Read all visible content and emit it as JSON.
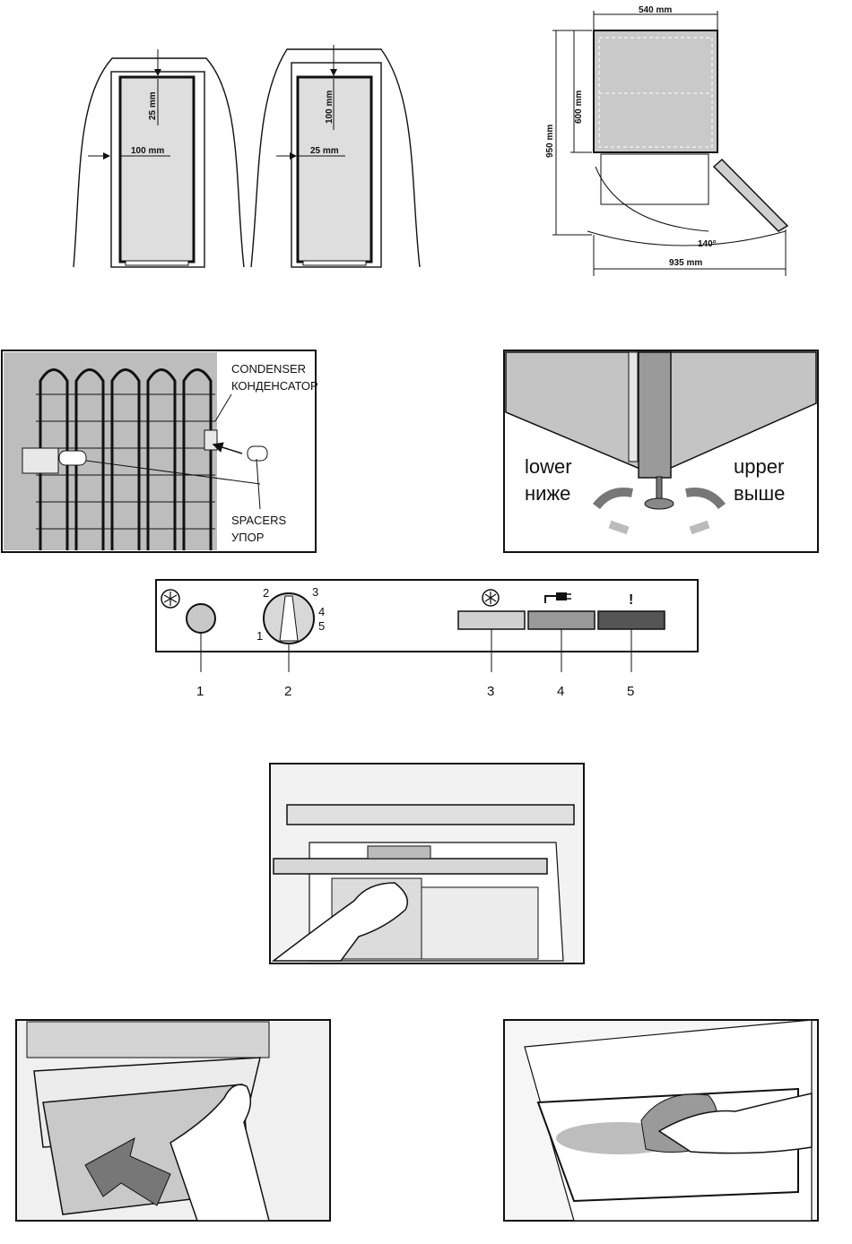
{
  "install": {
    "left": {
      "top_gap": "25 mm",
      "side_gap": "100 mm"
    },
    "right": {
      "top_gap": "100 mm",
      "side_gap": "25 mm"
    }
  },
  "dimensions": {
    "width": "540 mm",
    "depth": "600 mm",
    "height": "950 mm",
    "door_angle": "140°",
    "open_depth": "935 mm"
  },
  "condenser": {
    "label_en": "CONDENSER",
    "label_ru": "КОНДЕНСАТОР",
    "spacers_en": "SPACERS",
    "spacers_ru": "УПОР"
  },
  "feet": {
    "lower_en": "lower",
    "lower_ru": "ниже",
    "upper_en": "upper",
    "upper_ru": "выше"
  },
  "panel": {
    "icons": [
      "snowflake-icon",
      "plug-icon",
      "warning-icon"
    ],
    "warning_glyph": "!",
    "dial": [
      "1",
      "2",
      "3",
      "4",
      "5"
    ],
    "callouts": [
      "1",
      "2",
      "3",
      "4",
      "5"
    ],
    "lamp_colors": [
      "#d0d0d0",
      "#999999",
      "#555555"
    ]
  }
}
